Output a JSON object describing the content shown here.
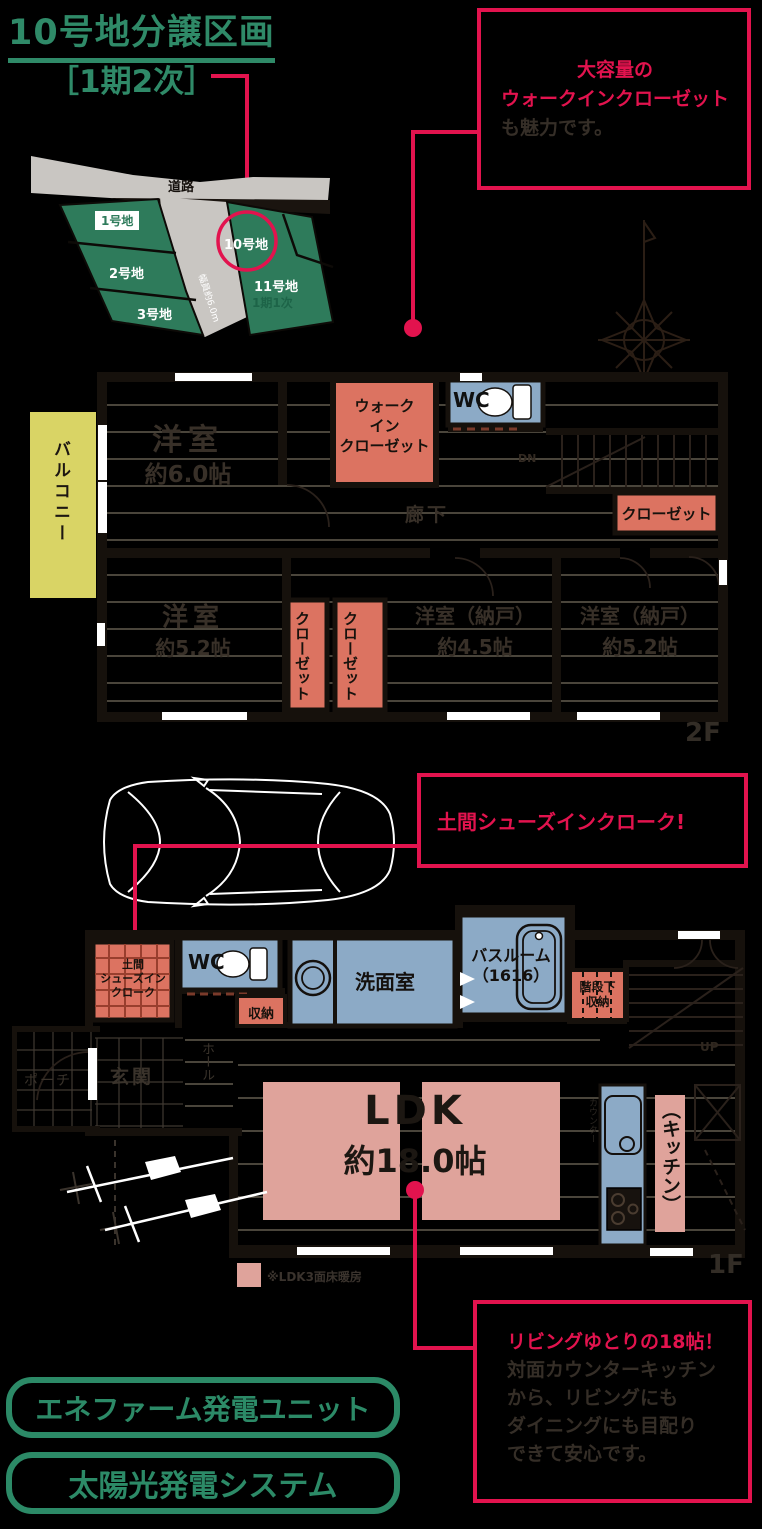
{
  "header": {
    "title": "10号地分譲区画",
    "subtitle": "［1期2次］"
  },
  "site_map": {
    "road_label": "道路",
    "road_width_label": "幅員約6.0m",
    "lot1": "1号地",
    "lot2": "2号地",
    "lot3": "3号地",
    "lot10": "10号地",
    "lot11": "11号地",
    "phase_label": "1期1次"
  },
  "callout_wic": {
    "line1": "大容量の",
    "line2": "ウォークインクローゼット",
    "line3": "も魅力です。"
  },
  "floor2": {
    "label": "2F",
    "balcony": "バルコニー",
    "bedroom_main": "洋室",
    "bedroom_main_size": "約6.0帖",
    "wic_line1": "ウォーク",
    "wic_line2": "イン",
    "wic_line3": "クローゼット",
    "wc": "WC",
    "stairs_dn": "DN",
    "hall": "廊下",
    "closet": "クローゼット",
    "bedroom2": "洋室",
    "bedroom2_size": "約5.2帖",
    "closet_left": "クローゼット",
    "closet_right": "クローゼット",
    "storage_room1": "洋室（納戸）",
    "storage_room1_size": "約4.5帖",
    "storage_room2": "洋室（納戸）",
    "storage_room2_size": "約5.2帖"
  },
  "callout_doma": {
    "text": "土間シューズインクローク!"
  },
  "floor1": {
    "label": "1F",
    "doma_line1": "土間",
    "doma_line2": "シューズイン",
    "doma_line3": "クローク",
    "wc": "WC",
    "storage": "収納",
    "washroom": "洗面室",
    "bathroom": "バスルーム",
    "bathroom_size": "（1616）",
    "understairs_line1": "階段下",
    "understairs_line2": "収納",
    "stairs_up": "UP",
    "porch": "ポーチ",
    "entrance": "玄関",
    "hall": "ホール",
    "ldk": "LDK",
    "ldk_size": "約18.0帖",
    "counter": "カウンター",
    "kitchen": "（キッチン）",
    "legend": "※LDK3面床暖房"
  },
  "callout_living": {
    "line1": "リビングゆとりの18帖！",
    "line2": "対面カウンターキッチン",
    "line3": "から、リビングにも",
    "line4": "ダイニングにも目配り",
    "line5": "できて安心です。"
  },
  "features": {
    "feature1": "エネファーム発電ユニット",
    "feature2": "太陽光発電システム"
  },
  "colors": {
    "accent_red": "#e2134e",
    "green": "#2f8a68",
    "lot_green": "#2e7b5b",
    "salmon": "#dc7361",
    "blue": "#8caac6",
    "pink": "#dfa39b",
    "yellow": "#d9d465",
    "road_gray": "#c9c6c2"
  }
}
